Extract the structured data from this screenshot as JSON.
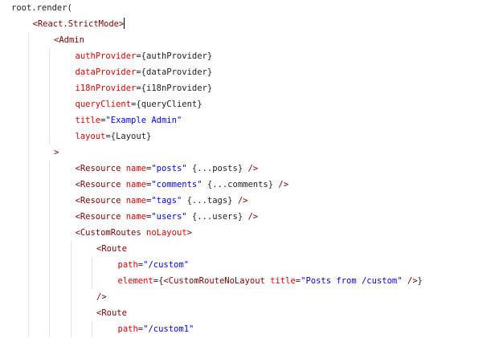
{
  "colors": {
    "tag": "#800000",
    "attr": "#e50000",
    "value": "#0000ff",
    "text": "#1f1f1f",
    "background": "#ffffff"
  },
  "code": {
    "lines": [
      {
        "indent": 0,
        "tokens": [
          {
            "t": "root.render(",
            "c": "text"
          }
        ]
      },
      {
        "indent": 1,
        "cursor": true,
        "tokens": [
          {
            "t": "<React.StrictMode>",
            "c": "tag"
          }
        ]
      },
      {
        "indent": 2,
        "tokens": [
          {
            "t": "<Admin",
            "c": "tag"
          }
        ]
      },
      {
        "indent": 3,
        "tokens": [
          {
            "t": "authProvider",
            "c": "attr"
          },
          {
            "t": "={authProvider}",
            "c": "text"
          }
        ]
      },
      {
        "indent": 3,
        "tokens": [
          {
            "t": "dataProvider",
            "c": "attr"
          },
          {
            "t": "={dataProvider}",
            "c": "text"
          }
        ]
      },
      {
        "indent": 3,
        "tokens": [
          {
            "t": "i18nProvider",
            "c": "attr"
          },
          {
            "t": "={i18nProvider}",
            "c": "text"
          }
        ]
      },
      {
        "indent": 3,
        "tokens": [
          {
            "t": "queryClient",
            "c": "attr"
          },
          {
            "t": "={queryClient}",
            "c": "text"
          }
        ]
      },
      {
        "indent": 3,
        "tokens": [
          {
            "t": "title",
            "c": "attr"
          },
          {
            "t": "=",
            "c": "text"
          },
          {
            "t": "\"Example Admin\"",
            "c": "value"
          }
        ]
      },
      {
        "indent": 3,
        "tokens": [
          {
            "t": "layout",
            "c": "attr"
          },
          {
            "t": "={Layout}",
            "c": "text"
          }
        ]
      },
      {
        "indent": 2,
        "tokens": [
          {
            "t": ">",
            "c": "tag"
          }
        ]
      },
      {
        "indent": 3,
        "tokens": [
          {
            "t": "<Resource ",
            "c": "tag"
          },
          {
            "t": "name",
            "c": "attr"
          },
          {
            "t": "=",
            "c": "text"
          },
          {
            "t": "\"posts\"",
            "c": "value"
          },
          {
            "t": " {...posts} ",
            "c": "text"
          },
          {
            "t": "/>",
            "c": "tag"
          }
        ]
      },
      {
        "indent": 3,
        "tokens": [
          {
            "t": "<Resource ",
            "c": "tag"
          },
          {
            "t": "name",
            "c": "attr"
          },
          {
            "t": "=",
            "c": "text"
          },
          {
            "t": "\"comments\"",
            "c": "value"
          },
          {
            "t": " {...comments} ",
            "c": "text"
          },
          {
            "t": "/>",
            "c": "tag"
          }
        ]
      },
      {
        "indent": 3,
        "tokens": [
          {
            "t": "<Resource ",
            "c": "tag"
          },
          {
            "t": "name",
            "c": "attr"
          },
          {
            "t": "=",
            "c": "text"
          },
          {
            "t": "\"tags\"",
            "c": "value"
          },
          {
            "t": " {...tags} ",
            "c": "text"
          },
          {
            "t": "/>",
            "c": "tag"
          }
        ]
      },
      {
        "indent": 3,
        "tokens": [
          {
            "t": "<Resource ",
            "c": "tag"
          },
          {
            "t": "name",
            "c": "attr"
          },
          {
            "t": "=",
            "c": "text"
          },
          {
            "t": "\"users\"",
            "c": "value"
          },
          {
            "t": " {...users} ",
            "c": "text"
          },
          {
            "t": "/>",
            "c": "tag"
          }
        ]
      },
      {
        "indent": 3,
        "tokens": [
          {
            "t": "<CustomRoutes ",
            "c": "tag"
          },
          {
            "t": "noLayout",
            "c": "attr"
          },
          {
            "t": ">",
            "c": "tag"
          }
        ]
      },
      {
        "indent": 4,
        "tokens": [
          {
            "t": "<Route",
            "c": "tag"
          }
        ]
      },
      {
        "indent": 5,
        "tokens": [
          {
            "t": "path",
            "c": "attr"
          },
          {
            "t": "=",
            "c": "text"
          },
          {
            "t": "\"/custom\"",
            "c": "value"
          }
        ]
      },
      {
        "indent": 5,
        "tokens": [
          {
            "t": "element",
            "c": "attr"
          },
          {
            "t": "={",
            "c": "text"
          },
          {
            "t": "<CustomRouteNoLayout ",
            "c": "tag"
          },
          {
            "t": "title",
            "c": "attr"
          },
          {
            "t": "=",
            "c": "text"
          },
          {
            "t": "\"Posts from /custom\"",
            "c": "value"
          },
          {
            "t": " ",
            "c": "text"
          },
          {
            "t": "/>",
            "c": "tag"
          },
          {
            "t": "}",
            "c": "text"
          }
        ]
      },
      {
        "indent": 4,
        "tokens": [
          {
            "t": "/>",
            "c": "tag"
          }
        ]
      },
      {
        "indent": 4,
        "tokens": [
          {
            "t": "<Route",
            "c": "tag"
          }
        ]
      },
      {
        "indent": 5,
        "tokens": [
          {
            "t": "path",
            "c": "attr"
          },
          {
            "t": "=",
            "c": "text"
          },
          {
            "t": "\"/custom1\"",
            "c": "value"
          }
        ]
      }
    ]
  }
}
